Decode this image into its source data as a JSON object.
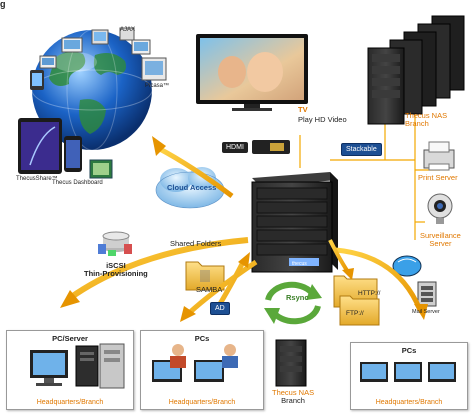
{
  "header": {
    "partial_title": "g"
  },
  "hub": {
    "brand": "thecus"
  },
  "globe": {
    "labels": {
      "ajax": "AJAX",
      "picasa": "Picasa™",
      "thecus_share": "ThecusShare™",
      "thecus_dashboard": "Thecus Dashboard"
    }
  },
  "tv": {
    "title": "TV",
    "subtitle": "Play HD Video",
    "hdmi": "HDMI"
  },
  "nas_branch_top": {
    "label_line1": "Thecus NAS",
    "label_line2": "Branch"
  },
  "stackable": "Stackable",
  "cloud": "Cloud Access",
  "print_server": "Print Server",
  "surveillance": {
    "line1": "Surveillance",
    "line2": "Server"
  },
  "iscsi": {
    "line1": "iSCSI",
    "line2": "Thin-Provisioning"
  },
  "shared_folders": "Shared Folders",
  "samba": "SAMBA",
  "ad": "AD",
  "rsync": "Rsync",
  "nas_branch_bottom": {
    "line1": "Thecus NAS",
    "line2": "Branch"
  },
  "protocols": {
    "http": "HTTP://",
    "ftp": "FTP://",
    "mail": "Mail Server"
  },
  "boxes": {
    "pc_server": {
      "title": "PC/Server",
      "footer": "Headquarters/Branch"
    },
    "pcs_center": {
      "title": "PCs",
      "footer": "Headquarters/Branch"
    },
    "pcs_right": {
      "title": "PCs",
      "footer": "Headquarters/Branch"
    }
  },
  "colors": {
    "arrow": "#f4a800",
    "arrow_dark": "#d98a00",
    "pill": "#1d4f93",
    "accent_text": "#e07800",
    "globe": "#1b63c6"
  }
}
